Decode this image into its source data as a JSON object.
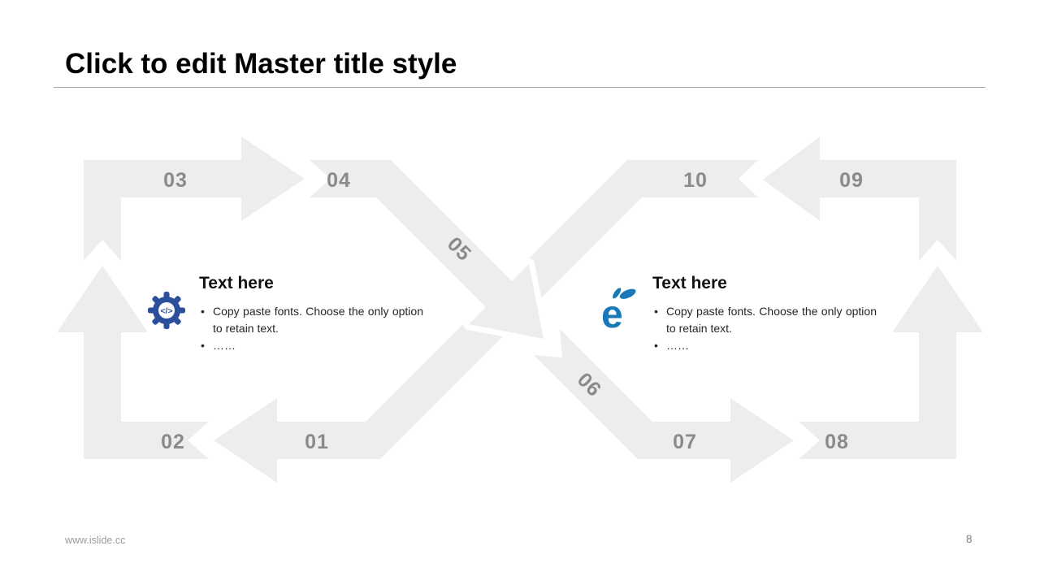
{
  "slide": {
    "title": "Click to edit Master title style",
    "footer": {
      "website": "www.islide.cc",
      "page_number": "8"
    }
  },
  "diagram": {
    "band_color": "#ededed",
    "number_color": "#8a8a8a",
    "steps": [
      "01",
      "02",
      "03",
      "04",
      "05",
      "06",
      "07",
      "08",
      "09",
      "10"
    ]
  },
  "panels": [
    {
      "icon": "gear-code-icon",
      "icon_color": "#2b4f9b",
      "icon_glyph": "</>",
      "heading": "Text here",
      "bullets": [
        "Copy paste fonts. Choose the only option to retain text.",
        "……"
      ]
    },
    {
      "icon": "islide-logo-icon",
      "icon_color": "#1878b8",
      "icon_letter": "e",
      "heading": "Text here",
      "bullets": [
        "Copy paste fonts. Choose the only option to retain text.",
        "……"
      ]
    }
  ]
}
